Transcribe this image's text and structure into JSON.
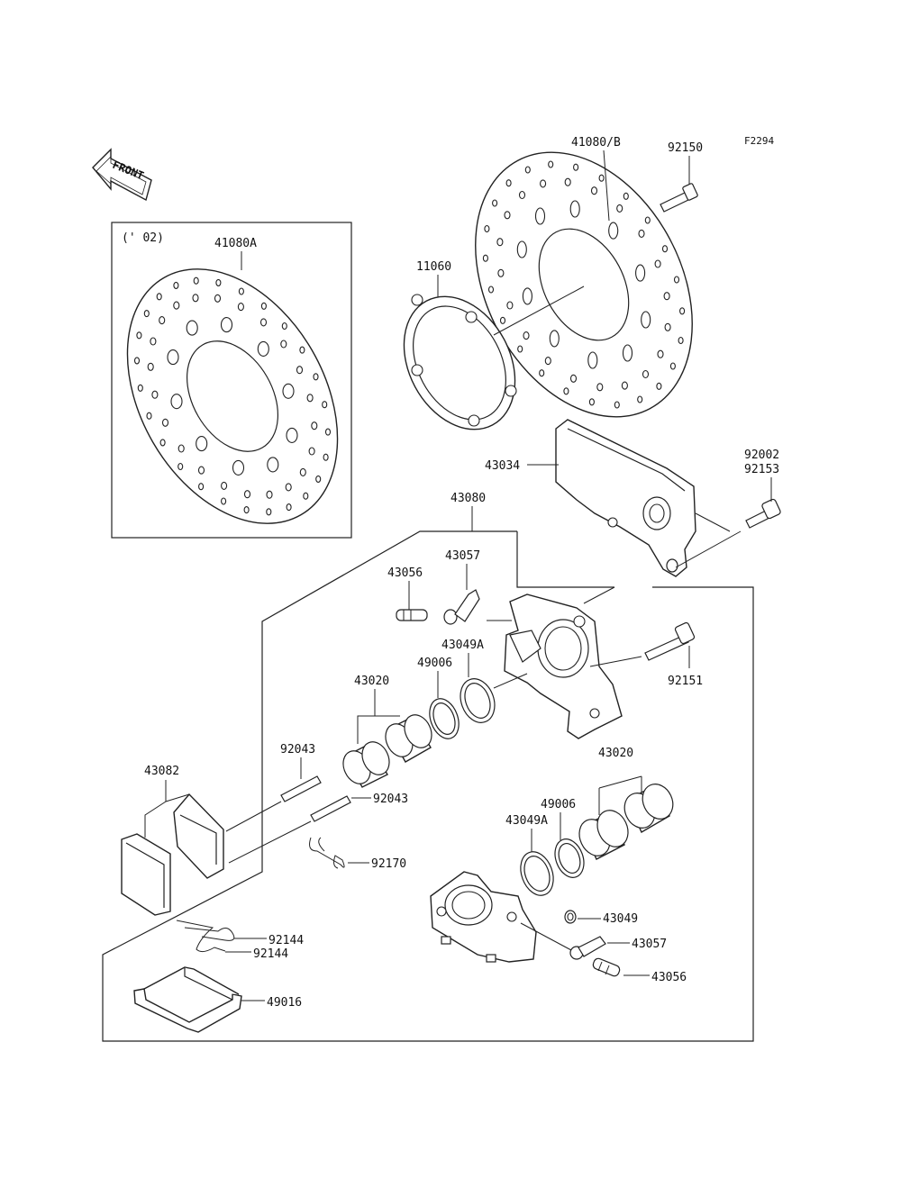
{
  "figure_code": "F2294",
  "front_arrow": {
    "text": "FRONT",
    "icon": "front-arrow-icon"
  },
  "inset": {
    "year": "(' 02)",
    "disc_label": "41080A"
  },
  "labels": {
    "disc_main": "41080/B",
    "bolt_disc": "92150",
    "spacer": "11060",
    "bracket": "43034",
    "bolt_bracket_a": "92002",
    "bolt_bracket_b": "92153",
    "caliper_assembly": "43080",
    "bleeder_cap": "43057",
    "bleeder_valve": "43056",
    "seal_piston_a": "43049A",
    "seal_dust": "49006",
    "piston": "43020",
    "bolt_caliper": "92151",
    "pin_upper": "92043",
    "pin_lower": "92043",
    "pad_set": "43082",
    "spring_clip": "92170",
    "piston_lower": "43020",
    "seal_dust_lower": "49006",
    "seal_piston_lower": "43049A",
    "oring": "43049",
    "bleeder_cap_lower": "43057",
    "bleeder_valve_lower": "43056",
    "spring_upper": "92144",
    "spring_lower": "92144",
    "pad_spring": "49016"
  }
}
